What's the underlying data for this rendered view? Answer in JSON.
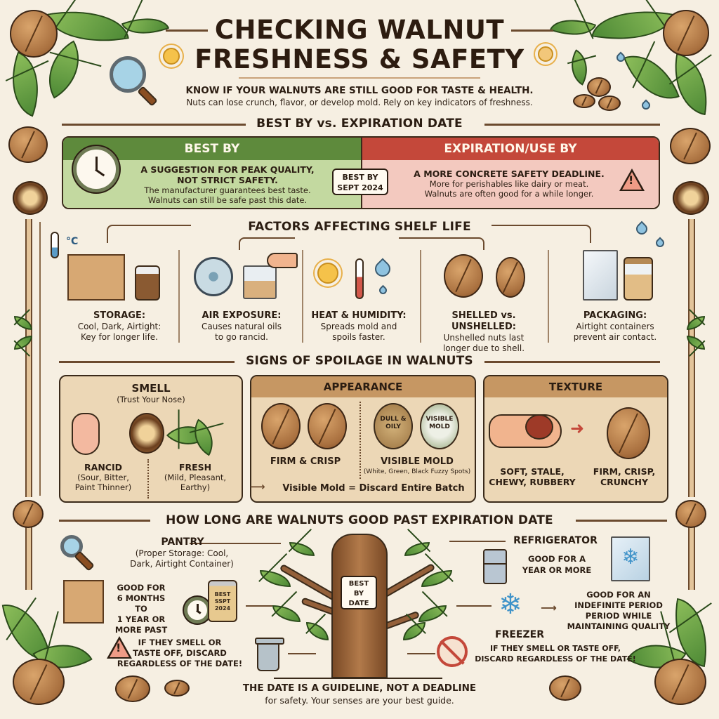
{
  "header": {
    "title_line1": "CHECKING WALNUT",
    "title_line2": "FRESHNESS & SAFETY",
    "subtitle_bold": "KNOW IF YOUR WALNUTS ARE STILL GOOD FOR TASTE & HEALTH.",
    "subtitle": "Nuts can lose crunch, flavor, or develop mold. Rely on key indicators of freshness."
  },
  "comparison": {
    "heading": "BEST BY vs. EXPIRATION DATE",
    "best_by": {
      "title": "BEST BY",
      "bold_line1": "A SUGGESTION FOR PEAK QUALITY,",
      "bold_line2": "NOT STRICT SAFETY.",
      "line1": "The manufacturer guarantees best taste.",
      "line2": "Walnuts can still be safe past this date.",
      "icon": "clock-icon"
    },
    "tag": {
      "line1": "BEST BY",
      "line2": "SEPT 2024"
    },
    "expiration": {
      "title": "EXPIRATION/USE BY",
      "bold_line1": "A MORE CONCRETE SAFETY DEADLINE.",
      "line1": "More for perishables like dairy or meat.",
      "line2": "Walnuts are often good for a while longer.",
      "icon": "warning-icon"
    },
    "colors": {
      "green_head": "#5e8a3c",
      "green_body": "#c3d9a0",
      "red_head": "#c4483a",
      "red_body": "#f3c9bf"
    }
  },
  "factors": {
    "heading": "FACTORS AFFECTING SHELF LIFE",
    "thermo_label": "°C",
    "items": [
      {
        "title": "STORAGE:",
        "line1": "Cool, Dark, Airtight:",
        "line2": "Key for longer life.",
        "icons": [
          "box-icon",
          "jar-icon"
        ]
      },
      {
        "title": "AIR EXPOSURE:",
        "line1": "Causes natural oils",
        "line2": "to go rancid.",
        "icons": [
          "fan-icon",
          "zip-bag-icon"
        ]
      },
      {
        "title": "HEAT & HUMIDITY:",
        "line1": "Spreads mold and",
        "line2": "spoils faster.",
        "icons": [
          "sun-icon",
          "thermometer-icon",
          "water-drop-icon"
        ]
      },
      {
        "title": "SHELLED vs. UNSHELLED:",
        "line1": "Unshelled nuts last",
        "line2": "longer due to shell.",
        "icons": [
          "walnut-shell-icon",
          "walnut-icon"
        ]
      },
      {
        "title": "PACKAGING:",
        "line1": "Airtight containers",
        "line2": "prevent air contact.",
        "icons": [
          "pouch-icon",
          "jar-icon"
        ]
      }
    ]
  },
  "spoilage": {
    "heading": "SIGNS OF SPOILAGE IN WALNUTS",
    "smell": {
      "title": "SMELL",
      "subtitle": "(Trust Your Nose)",
      "bad_title": "RANCID",
      "bad_line1": "(Sour, Bitter,",
      "bad_line2": "Paint Thinner)",
      "good_title": "FRESH",
      "good_line1": "(Mild, Pleasant,",
      "good_line2": "Earthy)"
    },
    "appearance": {
      "title": "APPEARANCE",
      "good_label": "FIRM & CRISP",
      "dull_label": "DULL & OILY",
      "mold_badge": "VISIBLE MOLD",
      "bad_label": "VISIBLE MOLD",
      "bad_note": "(White, Green, Black Fuzzy Spots)",
      "warning": "Visible Mold = Discard Entire Batch"
    },
    "texture": {
      "title": "TEXTURE",
      "bad_line1": "SOFT, STALE,",
      "bad_line2": "CHEWY, RUBBERY",
      "good_line1": "FIRM, CRISP,",
      "good_line2": "CRUNCHY"
    }
  },
  "shelf_life": {
    "heading": "HOW LONG ARE WALNUTS GOOD PAST EXPIRATION DATE",
    "pantry": {
      "title": "PANTRY",
      "note_line1": "(Proper Storage: Cool,",
      "note_line2": "Dark, Airtight Container)",
      "good_line1": "GOOD FOR",
      "good_line2": "6 MONTHS TO",
      "good_line3": "1 YEAR OR",
      "good_line4": "MORE PAST",
      "jar_label_line1": "BEST",
      "jar_label_line2": "SSPT",
      "jar_label_line3": "2024",
      "warning_line1": "IF THEY SMELL OR",
      "warning_line2": "TASTE OFF, DISCARD",
      "warning_line3": "REGARDLESS OF THE DATE!"
    },
    "tree_label": {
      "line1": "BEST",
      "line2": "BY",
      "line3": "DATE"
    },
    "refrigerator": {
      "title": "REFRIGERATOR",
      "good_line1": "GOOD FOR A",
      "good_line2": "YEAR OR MORE"
    },
    "freezer": {
      "title": "FREEZER",
      "good_line1": "GOOD FOR AN",
      "good_line2": "INDEFINITE PERIOD",
      "good_line3": "PERIOD WHILE",
      "good_line4": "MAINTAINING QUALITY",
      "warning_line1": "IF THEY SMELL OR TASTE OFF,",
      "warning_line2": "DISCARD REGARDLESS OF THE DATE!"
    },
    "footer_bold": "THE DATE IS A GUIDELINE, NOT A DEADLINE",
    "footer": "for safety. Your senses are your best guide."
  }
}
